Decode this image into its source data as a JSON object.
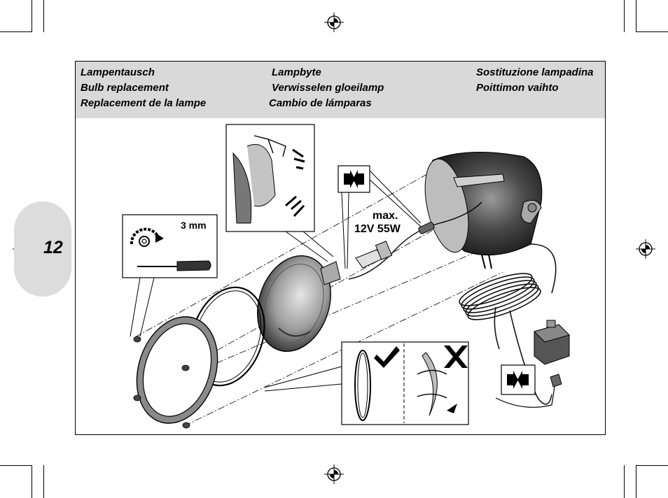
{
  "page": {
    "number": "12"
  },
  "header": {
    "col1": [
      "Lampentausch",
      "Bulb replacement",
      "Replacement de la lampe"
    ],
    "col2": [
      "Lampbyte",
      "Verwisselen gloeilamp",
      "Cambio de lámparas"
    ],
    "col3": [
      "Sostituzione lampadina",
      "Poittimon vaihto"
    ]
  },
  "illustration": {
    "tool_size": "3 mm",
    "bulb_rating_line1": "max.",
    "bulb_rating_line2": "12V 55W"
  },
  "icons": [
    "registration-mark-icon",
    "connector-icon",
    "check-icon",
    "cross-icon",
    "rotate-icon"
  ]
}
